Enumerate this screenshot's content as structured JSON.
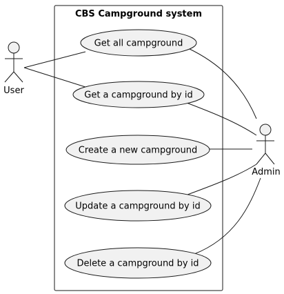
{
  "system": {
    "title": "CBS Campground system"
  },
  "actors": {
    "user": {
      "name": "User"
    },
    "admin": {
      "name": "Admin"
    }
  },
  "use_cases": [
    {
      "label": "Get all campground"
    },
    {
      "label": "Get a campground by id"
    },
    {
      "label": "Create a new campground"
    },
    {
      "label": "Update a campground by id"
    },
    {
      "label": "Delete a campground by id"
    }
  ],
  "colors": {
    "usecase_fill": "#f1f1f1",
    "stroke": "#181818",
    "background": "#ffffff"
  }
}
